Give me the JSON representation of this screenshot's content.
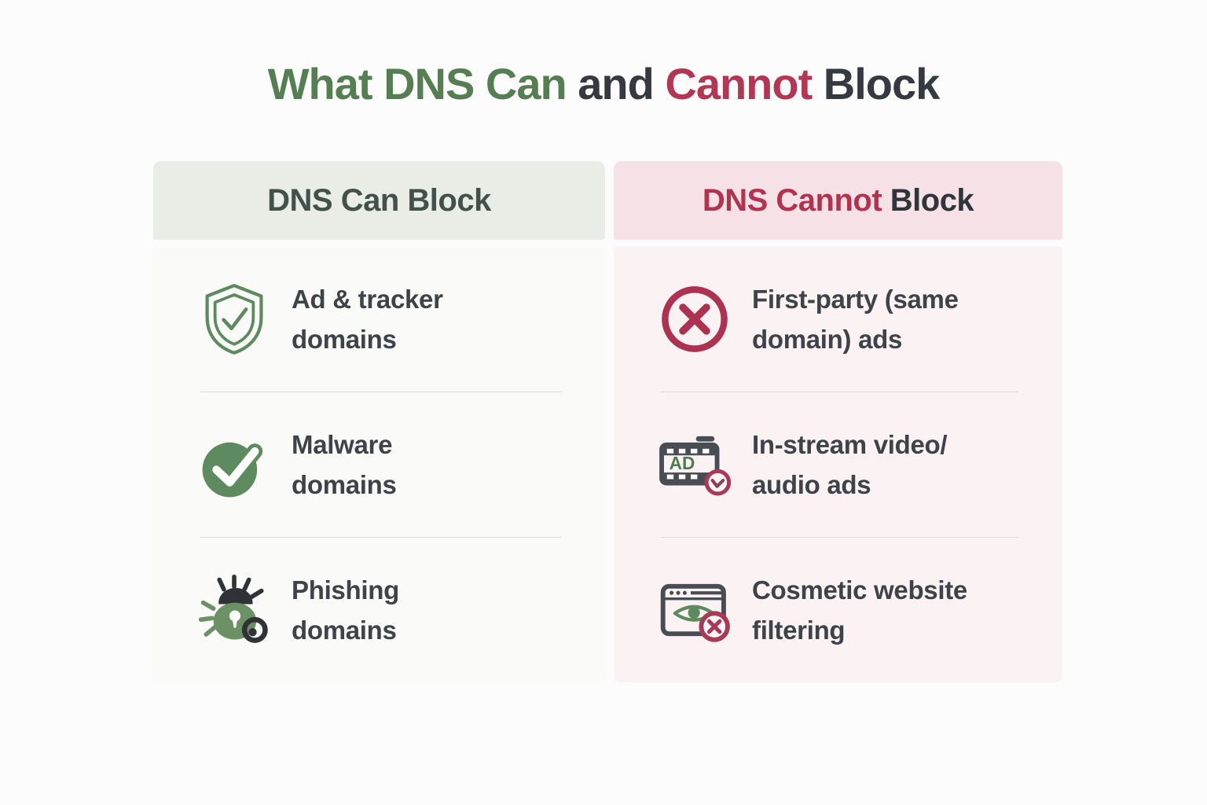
{
  "title": {
    "part_green": "What DNS Can",
    "part_mid": " and ",
    "part_red": "Cannot",
    "part_end": " Block"
  },
  "columns": [
    {
      "id": "dns-can-block",
      "header": {
        "text": "DNS Can Block"
      },
      "items": [
        {
          "icon": "shield-check-icon",
          "label": "Ad & tracker\ndomains"
        },
        {
          "icon": "check-circle-icon",
          "label": "Malware\ndomains"
        },
        {
          "icon": "bug-icon",
          "label": "Phishing\ndomains"
        }
      ]
    },
    {
      "id": "dns-cannot-block",
      "header": {
        "accent": "DNS Cannot",
        "rest": " Block"
      },
      "items": [
        {
          "icon": "x-circle-icon",
          "label": "First-party (same\ndomain) ads"
        },
        {
          "icon": "film-ad-icon",
          "label": "In-stream video/\naudio ads",
          "badge": "AD"
        },
        {
          "icon": "browser-eye-icon",
          "label": "Cosmetic website\nfiltering"
        }
      ]
    }
  ],
  "colors": {
    "title_green": "#567e53",
    "title_red": "#b23755",
    "title_dark": "#343a40",
    "item_text": "#3d4349",
    "can_header_bg": "#e9ede6",
    "can_body_bg": "#fafaf8",
    "cannot_header_bg": "#f6e1e6",
    "cannot_body_bg": "#fbf2f4",
    "divider": "#dcdcda",
    "icon_green": "#5d8a5f",
    "icon_red": "#ad3151",
    "icon_dark": "#474d52"
  }
}
